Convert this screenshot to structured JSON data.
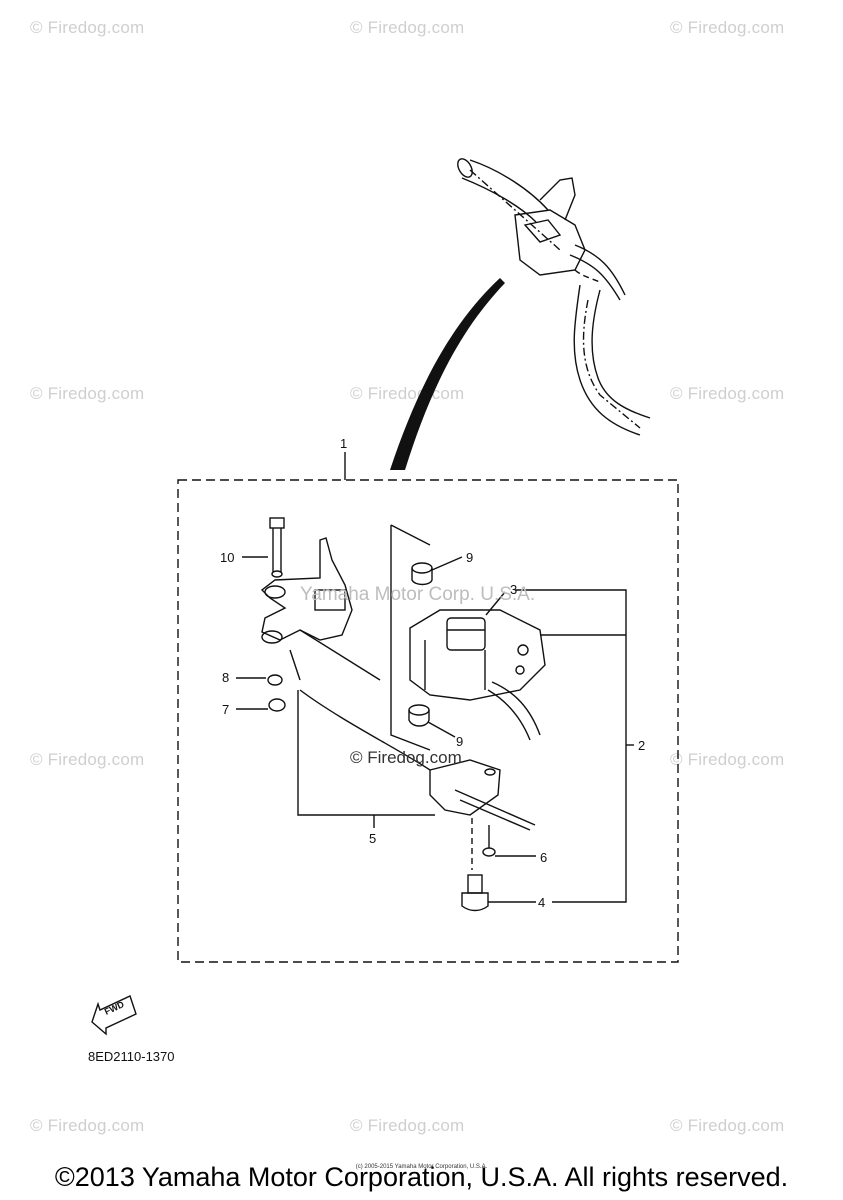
{
  "watermarks": {
    "firedog": "© Firedog.com",
    "yamaha_overlay": "Yamaha Motor Corp. U.S.A.",
    "firedog_center": "© Firedog.com"
  },
  "callouts": {
    "c1": "1",
    "c2": "2",
    "c3": "3",
    "c4": "4",
    "c5": "5",
    "c6": "6",
    "c7": "7",
    "c8": "8",
    "c9a": "9",
    "c9b": "9",
    "c10": "10"
  },
  "fwd_label": "FWD",
  "part_code": "8ED2110-1370",
  "copyright": "©2013 Yamaha Motor Corporation, U.S.A. All rights reserved.",
  "tiny_notice": "(c) 2005-2015 Yamaha Motor Corporation, U.S.A."
}
